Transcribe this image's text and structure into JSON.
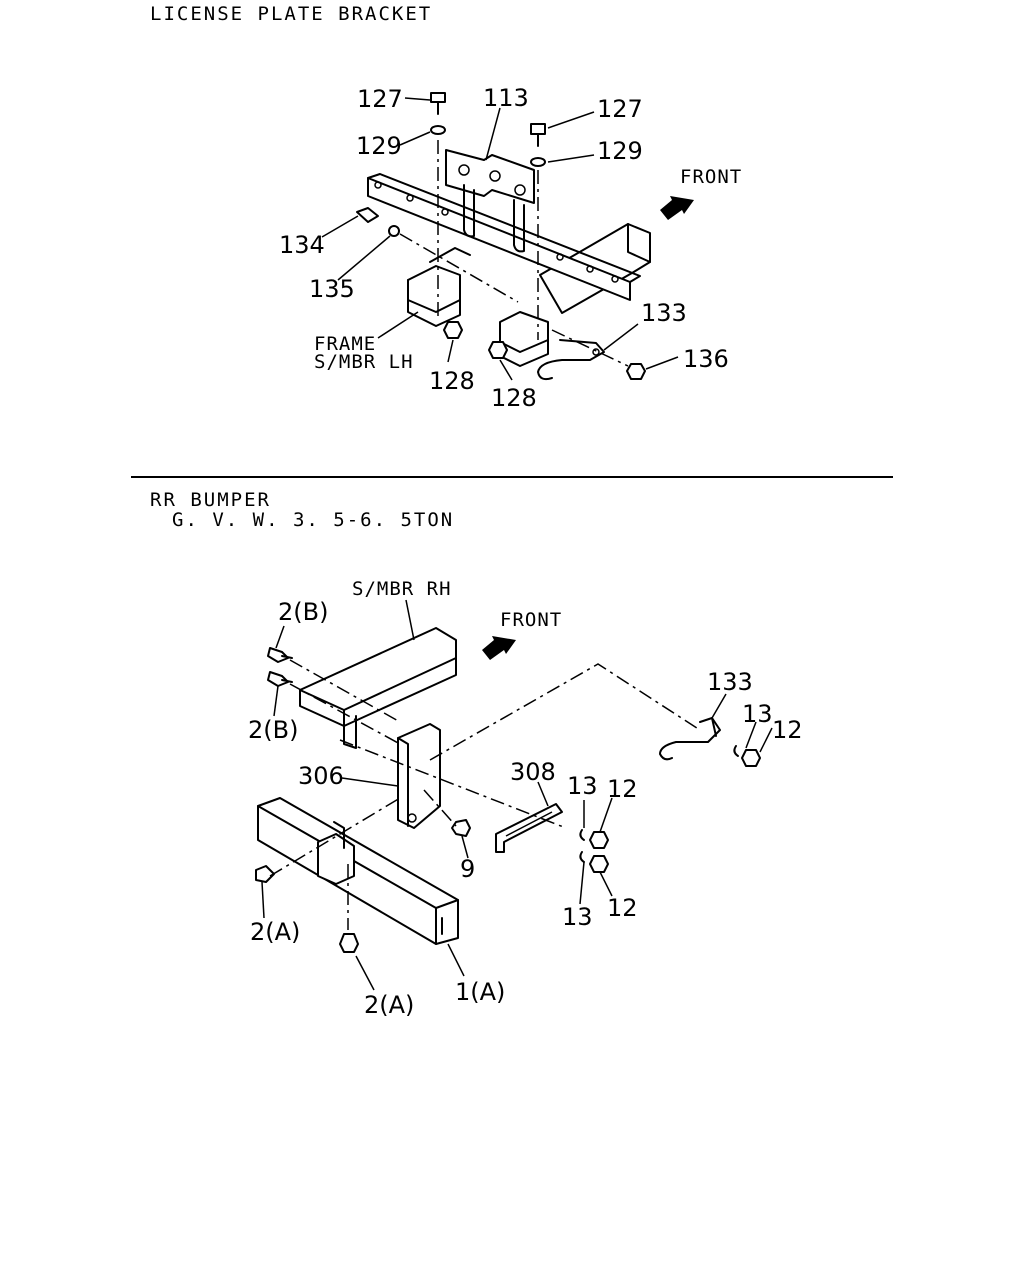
{
  "sections": [
    {
      "title": "LICENSE PLATE BRACKET",
      "labels": {
        "front": "FRONT",
        "frame_line1": "FRAME",
        "frame_line2": "S/MBR LH"
      },
      "callouts": [
        "127",
        "129",
        "113",
        "127",
        "129",
        "134",
        "135",
        "128",
        "128",
        "133",
        "136"
      ]
    },
    {
      "title": "RR BUMPER",
      "subtitle": "G. V. W. 3. 5-6. 5TON",
      "labels": {
        "front": "FRONT",
        "smbr": "S/MBR RH"
      },
      "callouts": [
        "2(B)",
        "2(B)",
        "306",
        "308",
        "133",
        "13",
        "12",
        "13",
        "12",
        "13",
        "12",
        "9",
        "2(A)",
        "2(A)",
        "1(A)"
      ]
    }
  ]
}
